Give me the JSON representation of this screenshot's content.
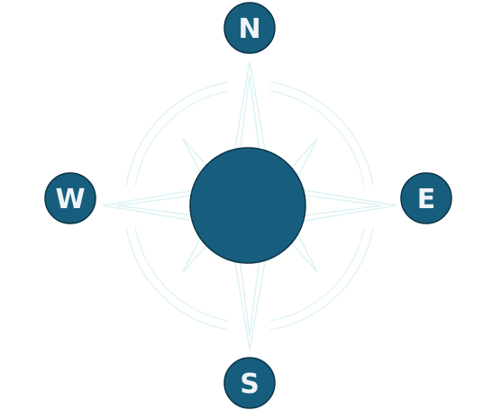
{
  "compass": {
    "north": "N",
    "east": "E",
    "south": "S",
    "west": "W"
  },
  "colors": {
    "badge_fill": "#175e7e",
    "badge_stroke": "#0d3448",
    "label_fill": "#eef3f6",
    "star_outline": "#dff3f4",
    "ring_outline": "#e4f4f5"
  }
}
